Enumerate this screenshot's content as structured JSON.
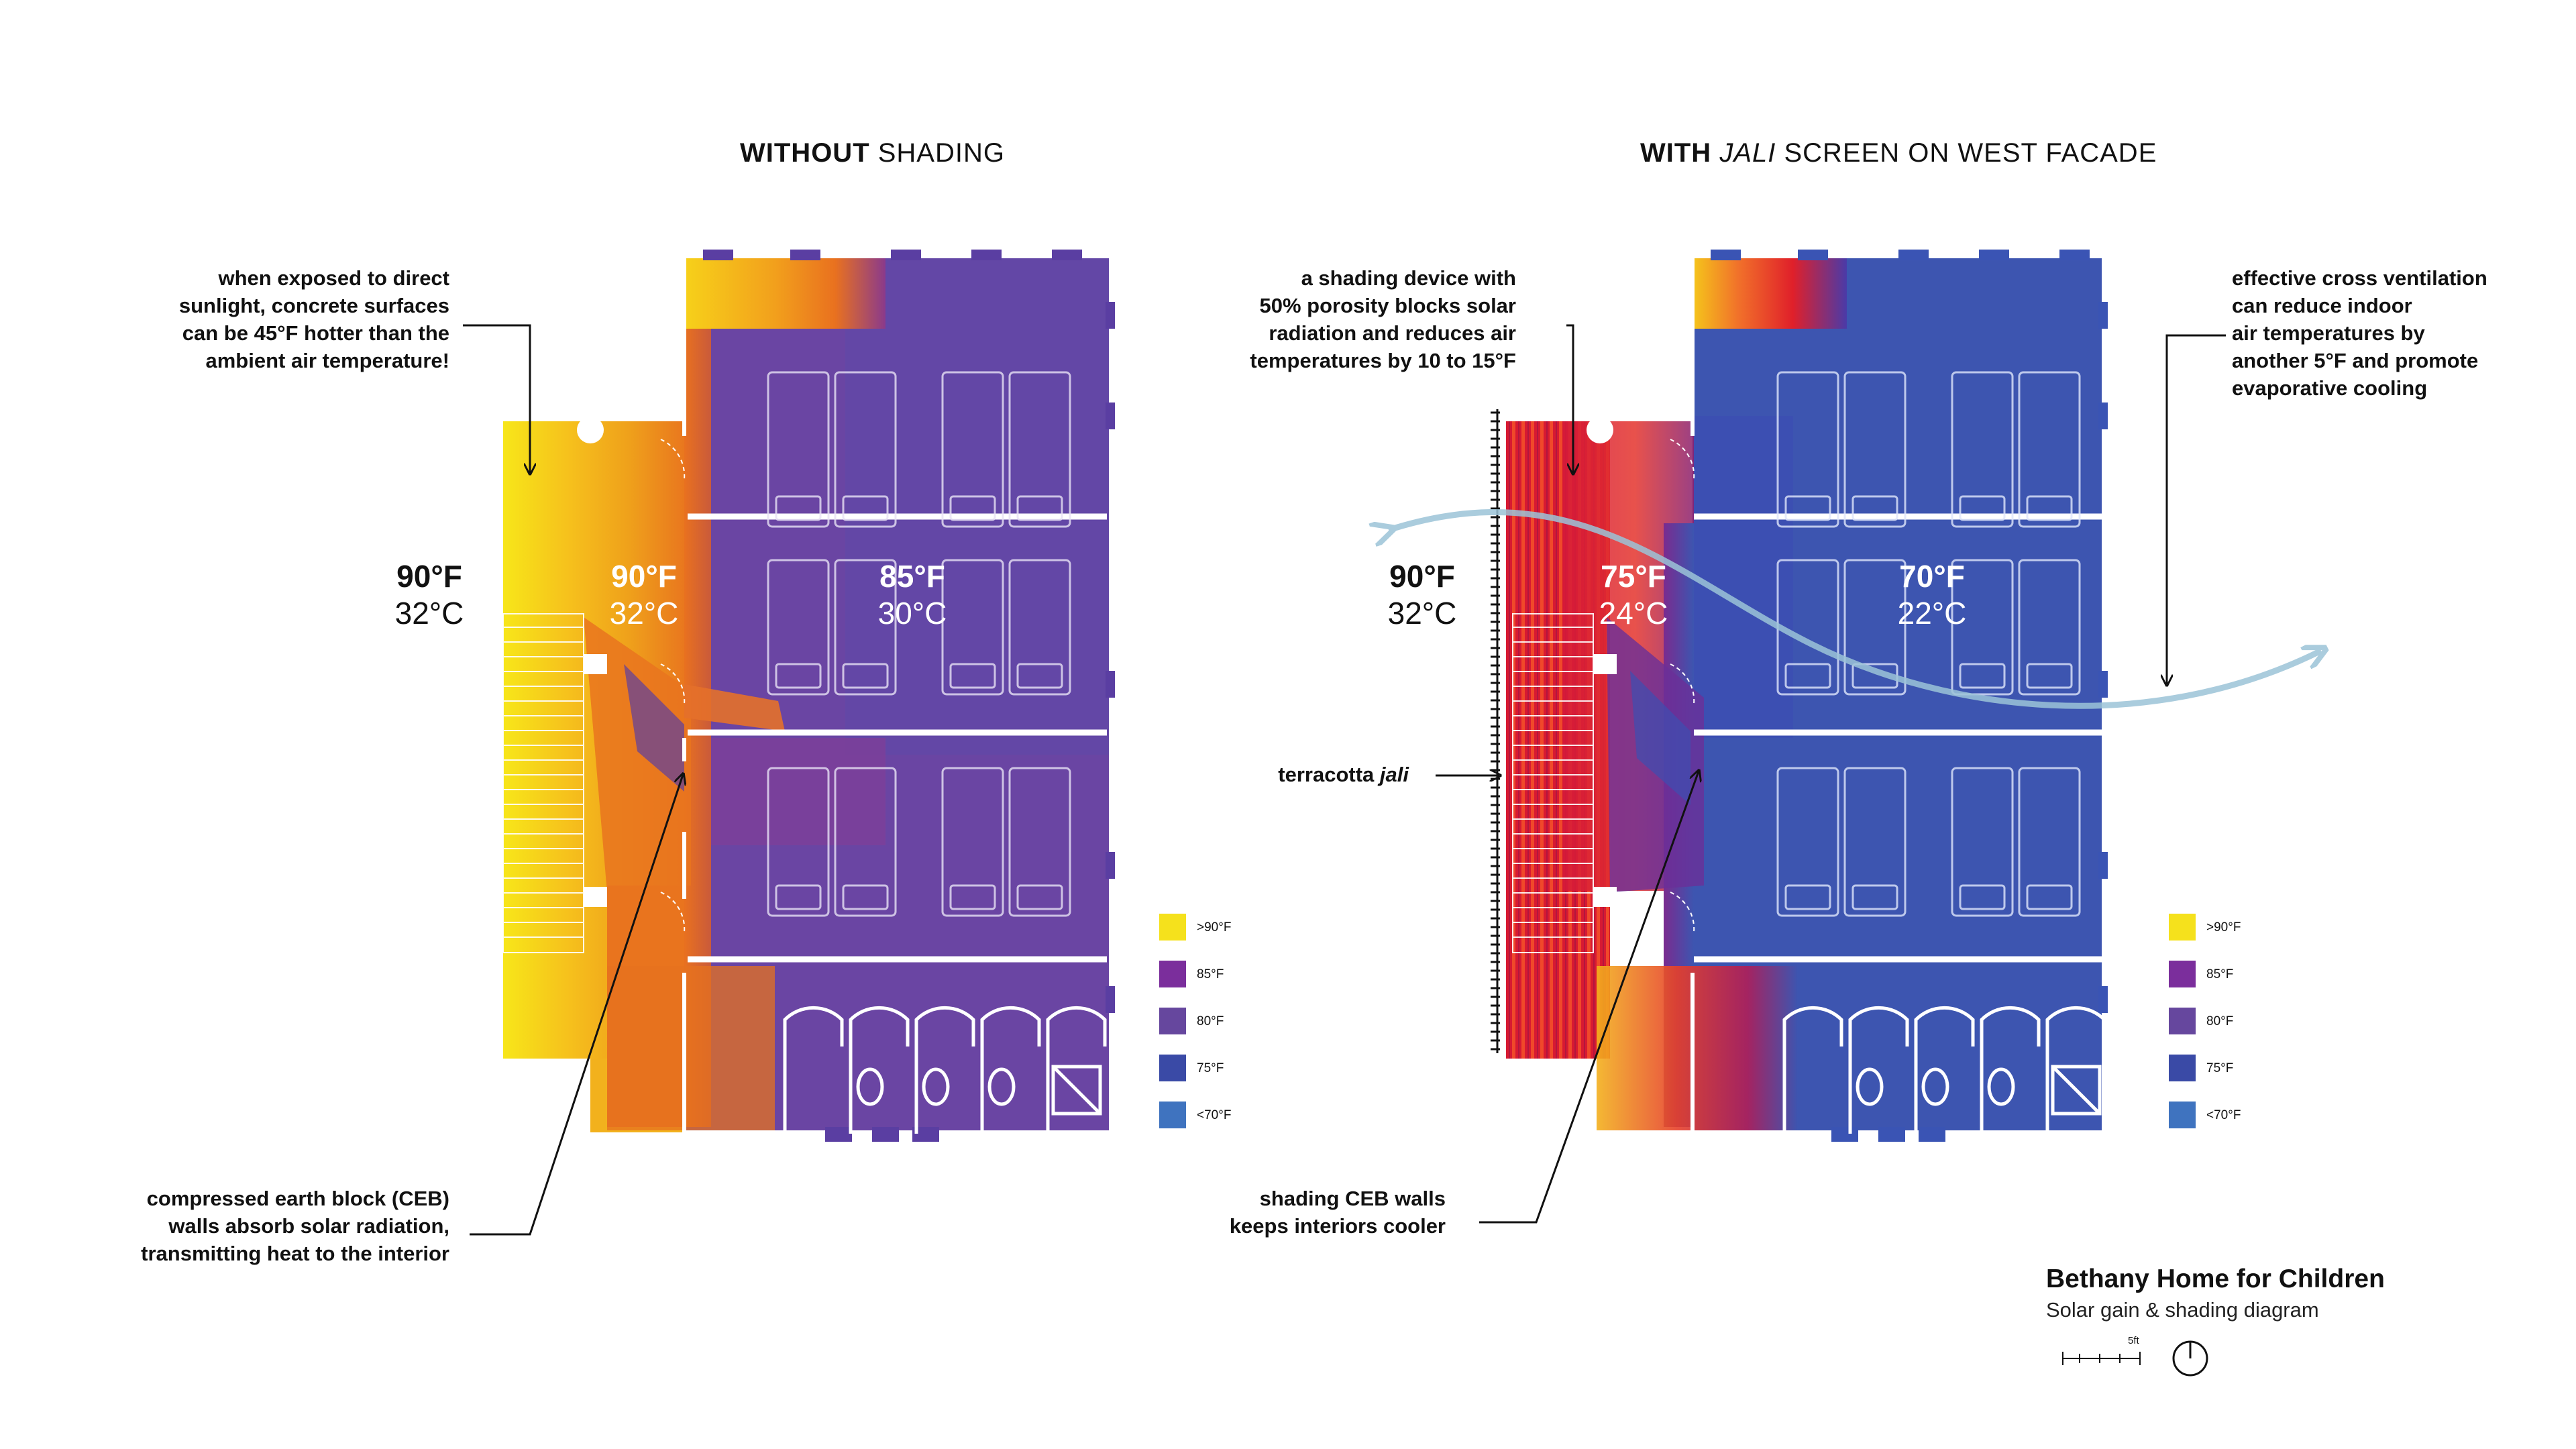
{
  "panels": {
    "left": {
      "title_bold": "WITHOUT",
      "title_rest": " SHADING",
      "temps": [
        {
          "f": "90°F",
          "c": "32°C"
        },
        {
          "f": "90°F",
          "c": "32°C"
        },
        {
          "f": "85°F",
          "c": "30°C"
        }
      ],
      "annotations": {
        "top": [
          "when exposed to direct",
          "sunlight, concrete surfaces",
          "can be 45°F hotter than the",
          "ambient air temperature!"
        ],
        "bottom": [
          "compressed earth block (CEB)",
          "walls absorb solar radiation,",
          "transmitting heat to the interior"
        ]
      }
    },
    "right": {
      "title_bold": "WITH ",
      "title_italic": "JALI",
      "title_rest": " SCREEN ON WEST FACADE",
      "temps": [
        {
          "f": "90°F",
          "c": "32°C"
        },
        {
          "f": "75°F",
          "c": "24°C"
        },
        {
          "f": "70°F",
          "c": "22°C"
        }
      ],
      "annotations": {
        "top_left": [
          "a shading device with",
          "50% porosity blocks solar",
          "radiation and reduces air",
          "temperatures by 10 to 15°F"
        ],
        "top_right": [
          "effective cross ventilation",
          "can reduce indoor",
          "air temperatures by",
          "another 5°F and promote",
          "evaporative cooling"
        ],
        "jali_prefix": "terracotta ",
        "jali_italic": "jali",
        "bottom": [
          "shading CEB walls",
          "keeps interiors cooler"
        ]
      }
    }
  },
  "legend": [
    {
      "label": ">90°F",
      "color": "#f5e11c"
    },
    {
      "label": "85°F",
      "color": "#7b2e9c"
    },
    {
      "label": "80°F",
      "color": "#66479e"
    },
    {
      "label": "75°F",
      "color": "#3a4aa6"
    },
    {
      "label": "<70°F",
      "color": "#3f73bf"
    }
  ],
  "colors": {
    "hot_yellow": "#f6e11b",
    "warm_orange": "#e9741e",
    "purple": "#6a45a3",
    "blue": "#3d55b0",
    "red": "#e01c2c",
    "ventilation_arrow": "#9cc4d8"
  },
  "footer": {
    "project_title": "Bethany Home for Children",
    "subtitle": "Solar gain & shading diagram",
    "scale_label": "5ft"
  }
}
